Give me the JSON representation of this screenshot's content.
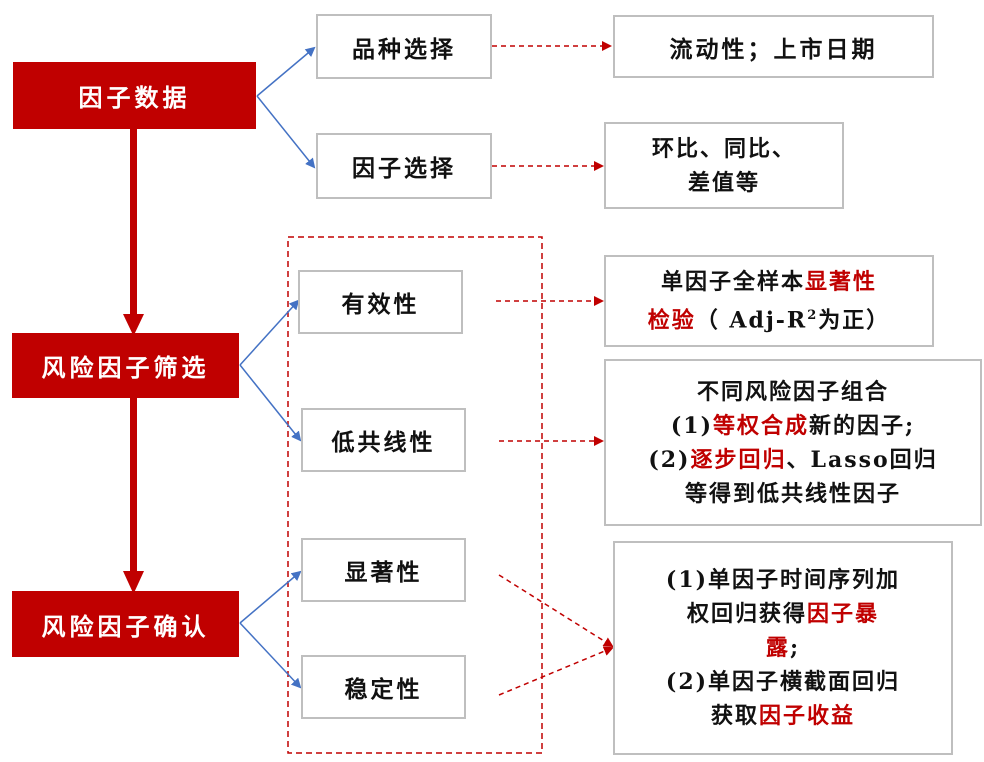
{
  "colors": {
    "primary_red": "#C00000",
    "arrow_blue": "#4472C4",
    "box_border": "#BFBFBF"
  },
  "stages": [
    {
      "id": "factor-data",
      "label": "因子数据"
    },
    {
      "id": "risk-factor-screening",
      "label": "风险因子筛选"
    },
    {
      "id": "risk-factor-confirmation",
      "label": "风险因子确认"
    }
  ],
  "sub_steps": [
    {
      "id": "variety-selection",
      "label": "品种选择",
      "parent": "factor-data"
    },
    {
      "id": "factor-selection",
      "label": "因子选择",
      "parent": "factor-data"
    },
    {
      "id": "validity",
      "label": "有效性",
      "parent": "risk-factor-screening"
    },
    {
      "id": "low-collinearity",
      "label": "低共线性",
      "parent": "risk-factor-screening"
    },
    {
      "id": "significance",
      "label": "显著性",
      "parent": "risk-factor-confirmation"
    },
    {
      "id": "stability",
      "label": "稳定性",
      "parent": "risk-factor-confirmation"
    }
  ],
  "descriptions": {
    "variety": {
      "text": "流动性；上市日期"
    },
    "factor": {
      "line1": "环比、同比、",
      "line2": "差值等"
    },
    "validity": {
      "l1_black": "单因子全样本",
      "l1_red": "显著性",
      "l2_red": "检验",
      "l2_black_a": "（ Adj-R",
      "l2_sup": "2",
      "l2_black_b": "为正）"
    },
    "collinearity": {
      "l1": "不同风险因子组合",
      "l2_prefix": "(1)",
      "l2_red": "等权合成",
      "l2_suffix": "新的因子;",
      "l3_prefix": "(2)",
      "l3_red": "逐步回归",
      "l3_suffix": "、Lasso回归",
      "l4": "等得到低共线性因子"
    },
    "confirm": {
      "l1": "(1)单因子时间序列加",
      "l2_black": "权回归获得",
      "l2_red": "因子暴",
      "l3_red": "露",
      "l3_black": ";",
      "l4": "(2)单因子横截面回归",
      "l5_black": "获取",
      "l5_red": "因子收益"
    }
  }
}
